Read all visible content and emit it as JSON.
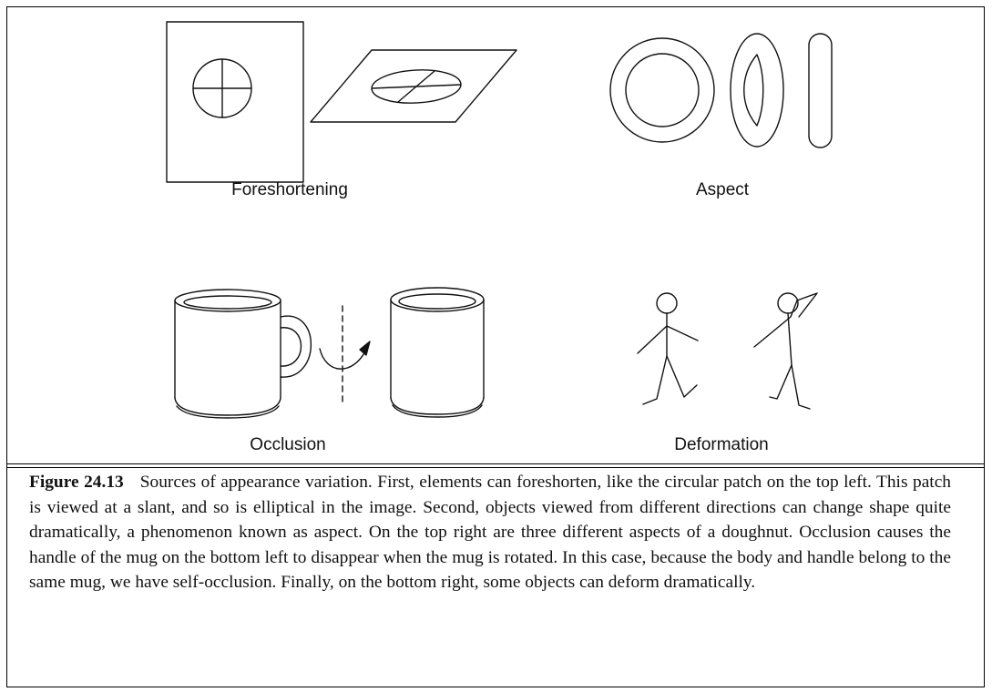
{
  "panels": {
    "foreshortening": "Foreshortening",
    "aspect": "Aspect",
    "occlusion": "Occlusion",
    "deformation": "Deformation"
  },
  "caption": {
    "label": "Figure 24.13",
    "text": "Sources of appearance variation. First, elements can foreshorten, like the circular patch on the top left. This patch is viewed at a slant, and so is elliptical in the image. Second, objects viewed from different directions can change shape quite dramatically, a phenomenon known as aspect. On the top right are three different aspects of a doughnut. Occlusion causes the handle of the mug on the bottom left to disappear when the mug is rotated. In this case, because the body and handle belong to the same mug, we have self-occlusion. Finally, on the bottom right, some objects can deform dramatically."
  }
}
